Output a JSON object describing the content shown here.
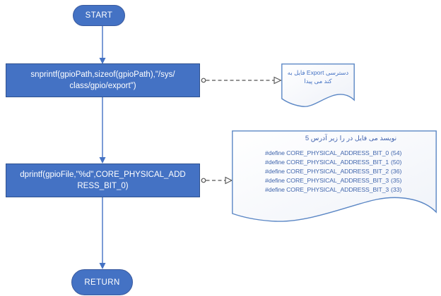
{
  "flowchart": {
    "start": {
      "label": "START"
    },
    "process1": {
      "line1": "snprintf(gpioPath,sizeof(gpioPath),\"/sys/",
      "line2": "class/gpio/export\")"
    },
    "process2": {
      "line1": "dprintf(gpioFile,\"%d\",CORE_PHYSICAL_ADD",
      "line2": "RESS_BIT_0)"
    },
    "return": {
      "label": "RETURN"
    },
    "small_doc": {
      "line1": "به‎ فایل‎ Export دسترسی‎",
      "line2": "پیدا‎ می‎ کند‎"
    },
    "big_doc": {
      "header": "5 آدرس‎ زیر‎ را‎ در‎ فایل‎ می‎ نویسد‎",
      "defines": [
        {
          "text": "#define CORE_PHYSICAL_ADDRESS_BIT_0",
          "value": "(54)"
        },
        {
          "text": "#define CORE_PHYSICAL_ADDRESS_BIT_1",
          "value": "(50)"
        },
        {
          "text": "#define CORE_PHYSICAL_ADDRESS_BIT_2",
          "value": "(36)"
        },
        {
          "text": "#define CORE_PHYSICAL_ADDRESS_BIT_3",
          "value": "(35)"
        },
        {
          "text": "#define CORE_PHYSICAL_ADDRESS_BIT_3",
          "value": "(33)"
        }
      ]
    },
    "colors": {
      "node_fill": "#4472C4",
      "node_border": "#2F528F",
      "doc_border": "#5B87C5",
      "doc_text": "#4166AD",
      "connector_blue": "#4472C4",
      "connector_dashed": "#555555"
    }
  }
}
